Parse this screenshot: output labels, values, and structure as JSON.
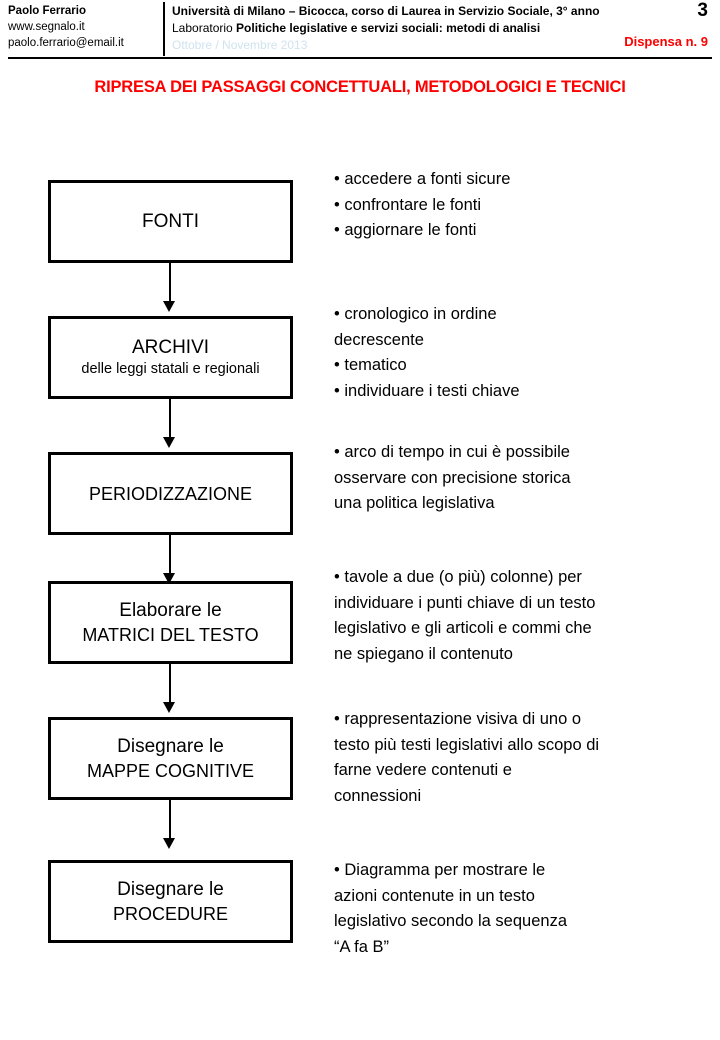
{
  "header": {
    "author_name": "Paolo Ferrario",
    "author_site": "www.segnalo.it",
    "author_email": "paolo.ferrario@email.it",
    "course_line1": "Università di Milano – Bicocca, corso di  Laurea in Servizio Sociale, 3° anno",
    "lab_label": "Laboratorio ",
    "lab_title": "Politiche legislative e servizi sociali: metodi di analisi",
    "date": "Ottobre / Novembre 2013",
    "page_number": "3",
    "dispensa": "Dispensa n. 9",
    "date_color": "#cfe3ef",
    "accent_color": "#ff0000"
  },
  "title": "RIPRESA DEI PASSAGGI CONCETTUALI, METODOLOGICI E TECNICI",
  "flow": {
    "steps": [
      {
        "id": "fonti",
        "main": "FONTI",
        "sub": "",
        "notes": [
          "• accedere a fonti sicure",
          "• confrontare le fonti",
          "• aggiornare le fonti"
        ]
      },
      {
        "id": "archivi",
        "main": "ARCHIVI",
        "sub": "delle leggi statali e regionali",
        "notes": [
          "• cronologico in ordine",
          "decrescente",
          "• tematico",
          "• individuare i testi chiave"
        ]
      },
      {
        "id": "periodizzazione",
        "main": "PERIODIZZAZIONE",
        "sub": "",
        "notes": [
          "• arco di tempo in cui è possibile",
          "osservare con precisione storica",
          "una politica legislativa"
        ]
      },
      {
        "id": "matrici-del-testo",
        "main": "Elaborare le",
        "sub": "MATRICI DEL TESTO",
        "notes": [
          "• tavole a due (o più) colonne) per",
          "individuare  i punti chiave di un testo",
          "legislativo e gli articoli e commi che",
          "ne spiegano il contenuto"
        ]
      },
      {
        "id": "mappe-cognitive",
        "main": "Disegnare le",
        "sub": "MAPPE COGNITIVE",
        "notes": [
          "• rappresentazione visiva di uno o",
          "testo più testi legislativi allo scopo di",
          "farne vedere contenuti e",
          "connessioni"
        ]
      },
      {
        "id": "procedure",
        "main": "Disegnare le",
        "sub": "PROCEDURE",
        "notes": [
          "• Diagramma per mostrare le",
          "azioni contenute in un testo",
          "legislativo secondo la sequenza",
          "“A fa B”"
        ]
      }
    ]
  }
}
